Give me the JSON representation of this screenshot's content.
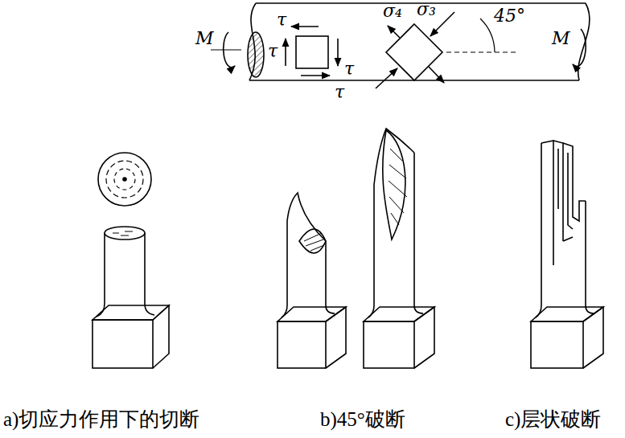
{
  "diagram": {
    "labels": [
      "M",
      "τ",
      "τ",
      "τ",
      "τ",
      "σ₄",
      "σ₃",
      "45°",
      "M",
      "a)切应力作用下的切断",
      "b)45°破断",
      "c)层状破断"
    ]
  }
}
